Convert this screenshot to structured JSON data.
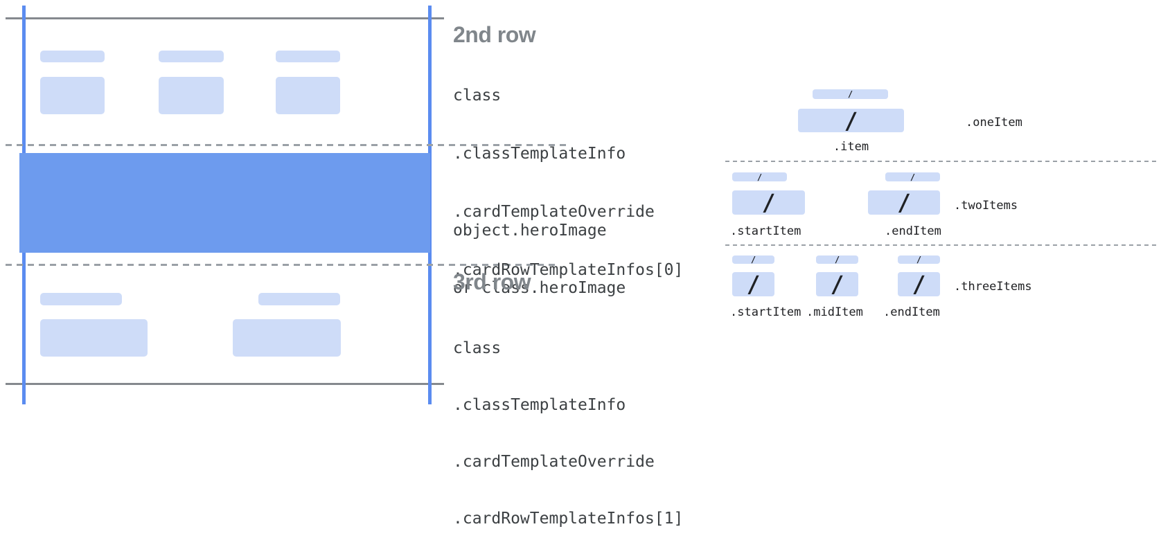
{
  "colors": {
    "guide_blue": "#5b8cf0",
    "hero_blue": "#6d9bee",
    "placeholder_blue": "#cedcf8",
    "line_gray": "#85898e",
    "dash_gray": "#9aa0a6",
    "heading_gray": "#80868b",
    "code_text": "#3c4043",
    "label_text": "#202124",
    "slash_black": "#1f2124"
  },
  "glyph": {
    "slash": "/"
  },
  "card": {
    "row2": {
      "heading": "2nd row",
      "code_lines": [
        "class",
        ".classTemplateInfo",
        ".cardTemplateOverride",
        ".cardRowTemplateInfos[0]"
      ]
    },
    "hero": {
      "code_lines": [
        "object.heroImage",
        "or class.heroImage"
      ]
    },
    "row3": {
      "heading": "3rd row",
      "code_lines": [
        "class",
        ".classTemplateInfo",
        ".cardTemplateOverride",
        ".cardRowTemplateInfos[1]"
      ]
    }
  },
  "layouts": {
    "one_item": {
      "label": ".oneItem",
      "item_labels": [
        ".item"
      ]
    },
    "two_items": {
      "label": ".twoItems",
      "item_labels": [
        ".startItem",
        ".endItem"
      ]
    },
    "three_items": {
      "label": ".threeItems",
      "item_labels": [
        ".startItem",
        ".midItem",
        ".endItem"
      ]
    }
  }
}
